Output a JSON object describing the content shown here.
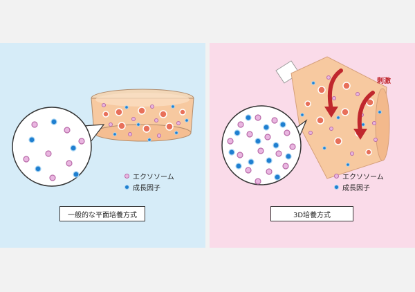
{
  "left_panel": {
    "legend": {
      "exosome": "エクソソーム",
      "growth_factor": "成長因子"
    },
    "caption": "一般的な平面培養方式"
  },
  "right_panel": {
    "legend": {
      "exosome": "エクソソーム",
      "growth_factor": "成長因子"
    },
    "caption": "3D培養方式",
    "stimulus_label": "刺激"
  },
  "colors": {
    "left_bg": "#d6ecf8",
    "right_bg": "#fadbe9",
    "culture_medium": "#f7c9a0",
    "exosome": "#e9b6e0",
    "growth_factor": "#1f7fd0",
    "cell": "#e8705a",
    "arrow": "#c0272d"
  }
}
